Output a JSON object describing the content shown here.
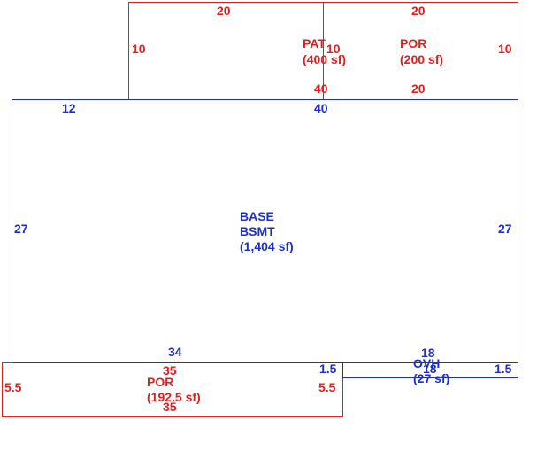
{
  "colors": {
    "red": "#e02020",
    "blue": "#1e2fc8"
  },
  "areas": {
    "base": {
      "line1": "BASE",
      "line2": "BSMT",
      "line3": "(1,404 sf)"
    },
    "patio": {
      "name": "PAT",
      "area": "(400 sf)"
    },
    "porch_top": {
      "name": "POR",
      "area": "(200 sf)"
    },
    "porch_bottom": {
      "name": "POR",
      "area": "(192.5 sf)"
    },
    "overhang": {
      "name": "OVH",
      "area": "(27 sf)"
    }
  },
  "dimensions": {
    "patio_top": "20",
    "patio_left": "10",
    "patio_right": "10",
    "patio_bottom": "40",
    "porch_top_top": "20",
    "porch_top_right": "10",
    "porch_top_bottom": "20",
    "base_top_left": "12",
    "base_top": "40",
    "base_left": "27",
    "base_right": "27",
    "base_bottom": "34",
    "porch_bottom_top": "35",
    "porch_bottom_left": "5.5",
    "porch_bottom_right": "5.5",
    "porch_bottom_bottom": "35",
    "overhang_top": "18",
    "overhang_left": "1.5",
    "overhang_right": "1.5",
    "overhang_bottom": "18"
  }
}
